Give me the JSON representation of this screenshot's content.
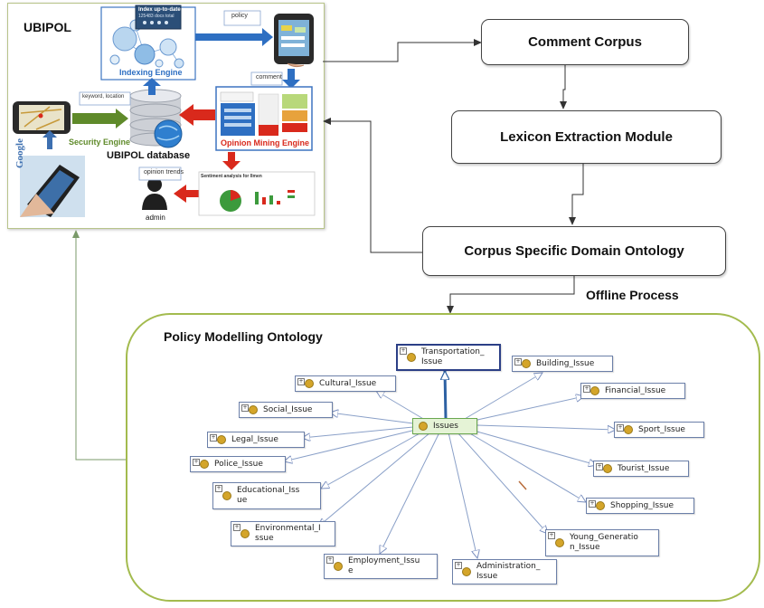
{
  "ubipol": {
    "title": "UBIPOL",
    "indexing_engine": "Indexing Engine",
    "index_badge_line1": "Index up-to-date",
    "index_badge_line2": "125483 docs total",
    "policy_label": "policy",
    "comment_label": "comment",
    "keyword_label": "keyword, location",
    "security_engine": "Security Engine",
    "database": "UBIPOL database",
    "opinion_engine": "Opinion Mining Engine",
    "opinion_trends": "opinion trends",
    "admin": "admin",
    "google": "Google",
    "sentiment_title": "Sentiment analysis for Ilmen"
  },
  "process": {
    "comment_corpus": "Comment Corpus",
    "lexicon": "Lexicon Extraction  Module",
    "ontology": "Corpus Specific Domain Ontology",
    "offline": "Offline Process"
  },
  "policy": {
    "title": "Policy Modelling Ontology",
    "center": "Issues",
    "nodes": {
      "transportation": [
        "Transportation_",
        "Issue"
      ],
      "building": [
        "Building_Issue"
      ],
      "cultural": [
        "Cultural_Issue"
      ],
      "financial": [
        "Financial_Issue"
      ],
      "social": [
        "Social_Issue"
      ],
      "sport": [
        "Sport_Issue"
      ],
      "legal": [
        "Legal_Issue"
      ],
      "police": [
        "Police_Issue"
      ],
      "tourist": [
        "Tourist_Issue"
      ],
      "educational": [
        "Educational_Iss",
        "ue"
      ],
      "shopping": [
        "Shopping_Issue"
      ],
      "environmental": [
        "Environmental_I",
        "ssue"
      ],
      "young": [
        "Young_Generatio",
        "n_Issue"
      ],
      "employment": [
        "Employment_Issu",
        "e"
      ],
      "administration": [
        "Administration_",
        "Issue"
      ]
    }
  },
  "colors": {
    "policy_border": "#a3bb4e",
    "flow_blue": "#2e6fc2",
    "flow_red": "#d9291c",
    "flow_green": "#5f8a2a",
    "onto_node_dot": "#d4a52a",
    "center_node_bg": "#e5f3d6"
  }
}
